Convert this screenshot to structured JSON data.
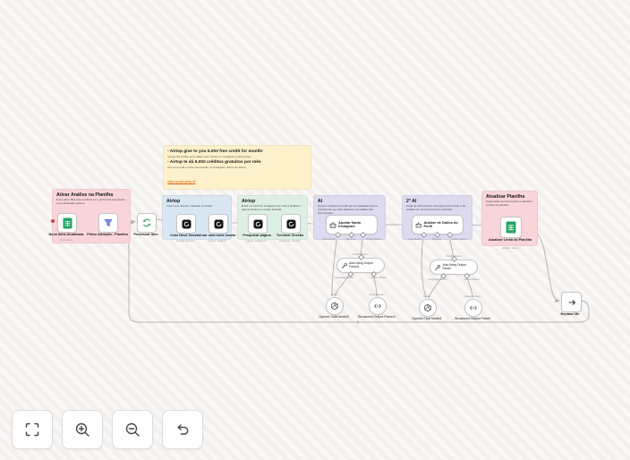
{
  "colors": {
    "sticky_pink": "#f9d5d9",
    "sticky_blue": "#d9e6f4",
    "sticky_green": "#def0e4",
    "sticky_purple": "#dedaf0",
    "sticky_yellow": "#fdf1cc",
    "edge_gray": "#b8b8b8",
    "sheets_green": "#21a464",
    "filter_blue": "#7b87ea",
    "loop_green": "#2f9e63",
    "link_orange": "#e8590c",
    "trigger_red": "#d73a49"
  },
  "yellow_note": {
    "en_bold": "- Airtop give to you 5.000 free credit for month!",
    "en_text": "Create the profile and initiate your session in Instagram inside Airtop",
    "pt_bold": "- Airtop te dá 5.000 créditos gratuitos por mês",
    "pt_text": "Crie seu perfil e inicie sua sessão no Instagram dentro do Airtop.",
    "link": "https://portal.airtop.ai/"
  },
  "stickies": {
    "activate": {
      "title": "Ativar Análise na Planilha",
      "desc": "Essa parte filtra para verificar se o perfil está autorizado a ser analisado pela IA"
    },
    "airtop_session": {
      "title": "Airtop",
      "desc": "Criar nova Janela e Sessão no Airtop"
    },
    "airtop_analysis": {
      "title": "Airtop",
      "desc": "Entra no Perfil do Instagram faz toda a análise e depois finaliza a sessão iniciada."
    },
    "ai": {
      "title": "AI",
      "desc": "Ajusta o Output do perfil que foi analisado para a próxima de ser mais assertivo na análise das informações."
    },
    "ai2": {
      "title": "2° AI",
      "desc": "Pega as informações entregues pelo Airtop e faz análise em cima do Prompt solicitado."
    },
    "update": {
      "title": "Atualizar Planilha",
      "desc": "Pega todas as informações e atualiza a linha da planilha."
    }
  },
  "nodes": {
    "trigger": {
      "label": "Nova linha Atualizada",
      "sub": "rowUpdate"
    },
    "filter": {
      "label": "Filtrar Ativação - Planilha"
    },
    "loop": {
      "label": "Processar Item"
    },
    "create_session": {
      "label": "Criar Nova Sessão",
      "sub": "create: session"
    },
    "create_window": {
      "label": "Criar uma nova Janela",
      "sub": "create: window"
    },
    "query_page": {
      "label": "Pesquisar página",
      "sub": "query: extraction"
    },
    "end_session": {
      "label": "Terminar Sessão",
      "sub": "terminate: session"
    },
    "agent1": {
      "label": "Ajustar Saída Instagram"
    },
    "agent2": {
      "label": "Análise de Dados do Perfil"
    },
    "update_row": {
      "label": "Atualizar Linha na Planilha",
      "sub": "update: sheet"
    },
    "replace": {
      "label": "Replace Me"
    },
    "fix1": {
      "label": "Auto-fixing Output Parser1"
    },
    "fix2": {
      "label": "Auto-fixing Output Parser"
    },
    "model1": {
      "label": "OpenAI Chat Model3"
    },
    "parser1": {
      "label": "Structured Output Parser1"
    },
    "model2": {
      "label": "OpenAI Chat Model1"
    },
    "parser2": {
      "label": "Structured Output Parser"
    }
  },
  "ports": {
    "chat_model": "Chat Model*",
    "memory": "Memory",
    "output_parser": "Output Parser",
    "model": "Model",
    "language_model": "Language Model*"
  },
  "controls": {
    "fit": "Fit view",
    "zoom_in": "Zoom in",
    "zoom_out": "Zoom out",
    "undo": "Undo"
  }
}
